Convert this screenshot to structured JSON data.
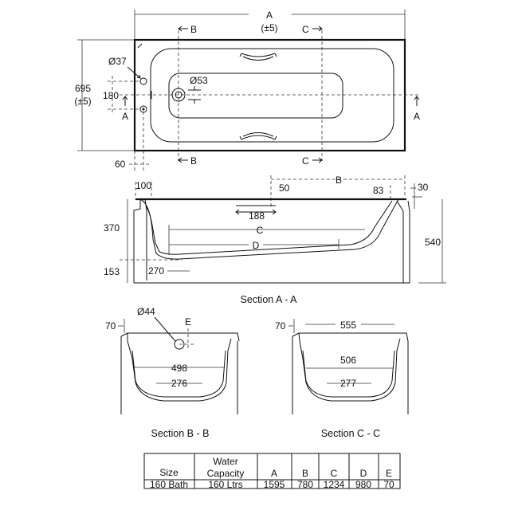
{
  "plan_view": {
    "dim_a": "A",
    "dim_a_tol": "(±5)",
    "width": "695",
    "width_tol": "(±5)",
    "tap_spacing": "180",
    "tap_hole": "Ø37",
    "waste_hole": "Ø53",
    "edge_offset": "60",
    "section_a": "A",
    "section_b": "B",
    "section_c": "C"
  },
  "section_aa": {
    "title": "Section A - A",
    "rim_left": "100",
    "handle_offset": "50",
    "dim_b": "B",
    "rim_right": "83",
    "rim_lip": "30",
    "depth_inner": "370",
    "depth_total": "540",
    "foot_height": "153",
    "waste_offset": "270",
    "handle_length": "188",
    "dim_c": "C",
    "dim_d": "D"
  },
  "section_bb": {
    "title": "Section B - B",
    "rim": "70",
    "overflow": "Ø44",
    "dim_e": "E",
    "top_width": "498",
    "bottom_width": "276"
  },
  "section_cc": {
    "title": "Section C - C",
    "rim": "70",
    "outer_width": "555",
    "top_width": "506",
    "bottom_width": "277"
  },
  "table": {
    "headers": [
      "Size",
      "Water",
      "Capacity",
      "A",
      "B",
      "C",
      "D",
      "E"
    ],
    "row": [
      "160 Bath",
      "160 Ltrs",
      "1595",
      "780",
      "1234",
      "980",
      "70"
    ]
  }
}
